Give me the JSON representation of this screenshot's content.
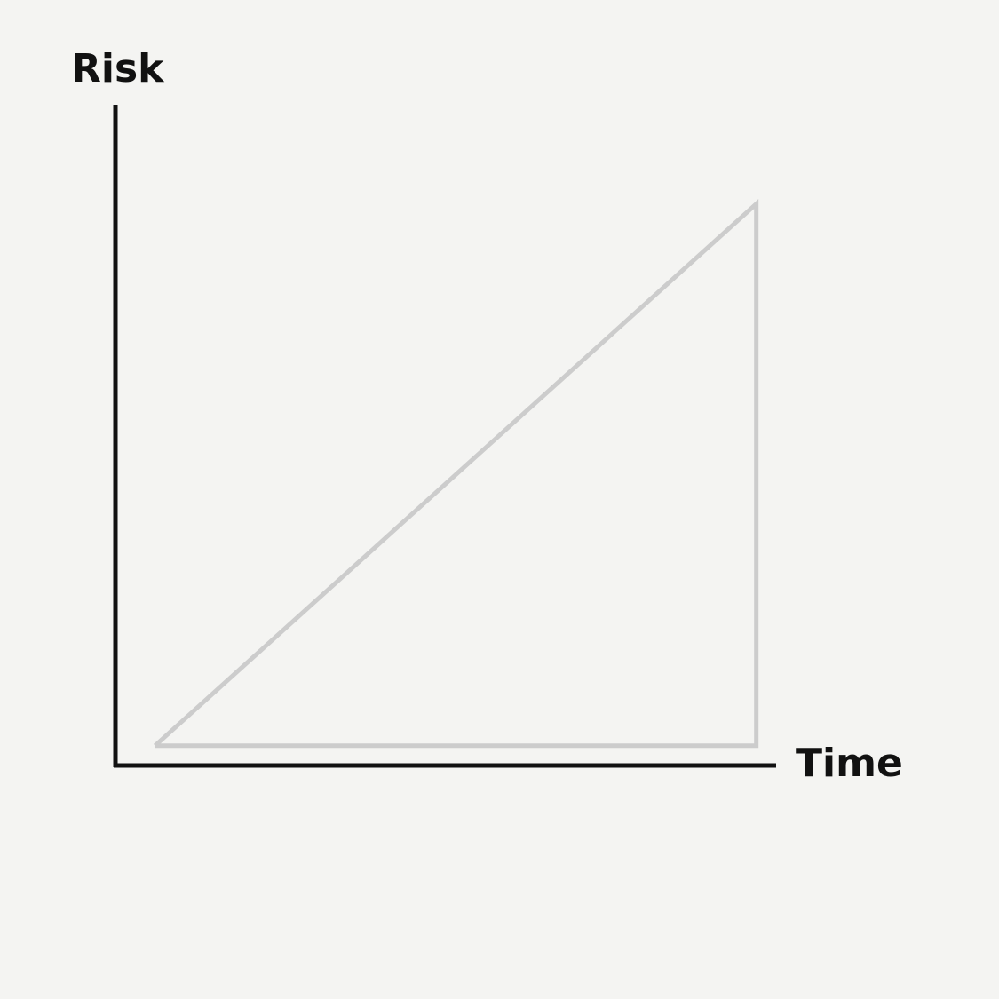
{
  "chart_data": {
    "type": "line",
    "title": "",
    "xlabel": "Time",
    "ylabel": "Risk",
    "xlim": [
      0,
      100
    ],
    "ylim": [
      0,
      100
    ],
    "grid": false,
    "legend": "none",
    "series": [
      {
        "name": "",
        "x": [
          6,
          97,
          97,
          6
        ],
        "y": [
          3,
          85,
          3,
          3
        ],
        "color": "#cccccc"
      }
    ]
  },
  "colors": {
    "background": "#f4f4f2",
    "axis": "#111111",
    "shape": "#cccccc"
  }
}
